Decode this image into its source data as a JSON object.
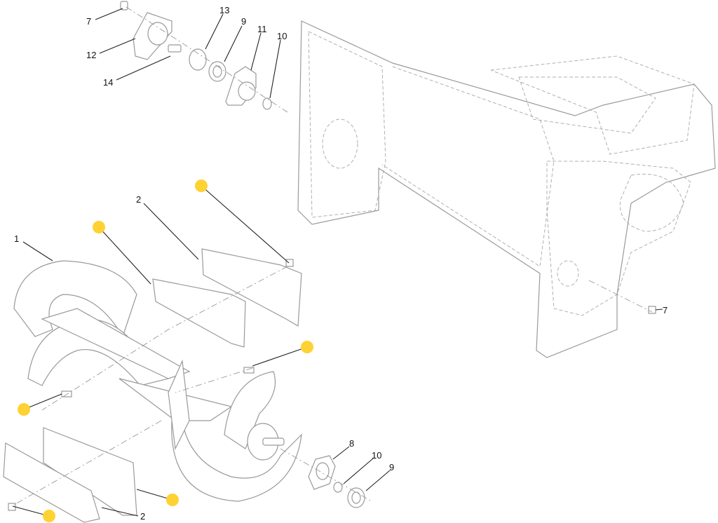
{
  "diagram": {
    "colors": {
      "hotspot": "#FFD233",
      "line": "#9a9a9a",
      "label": "#111111"
    },
    "callouts": [
      {
        "label": "7"
      },
      {
        "label": "12"
      },
      {
        "label": "14"
      },
      {
        "label": "13"
      },
      {
        "label": "9"
      },
      {
        "label": "11"
      },
      {
        "label": "10"
      },
      {
        "label": "2"
      },
      {
        "label": "1"
      },
      {
        "label": "7"
      },
      {
        "label": "8"
      },
      {
        "label": "10"
      },
      {
        "label": "9"
      },
      {
        "label": "2"
      }
    ],
    "hotspot_count": 6
  }
}
